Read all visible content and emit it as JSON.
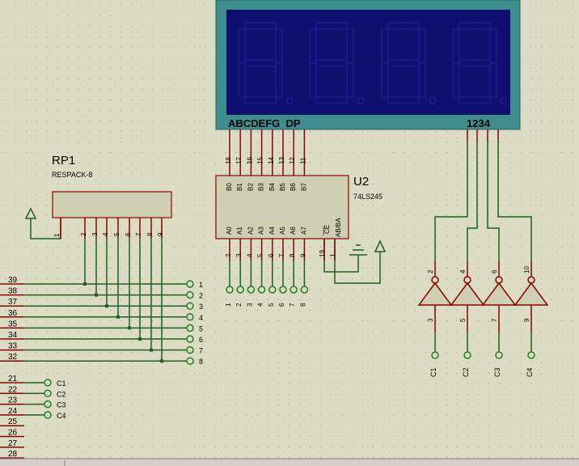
{
  "colors": {
    "background": "#dcdcc4",
    "grid_dot": "#9a9a86",
    "wire": "#1f5f1f",
    "pin": "#8b0000",
    "component_fill": "#cfcfb3",
    "component_border": "#8b0000",
    "display_frame": "#3d8f8f",
    "display_screen": "#0f0f70",
    "display_segment": "#1a1a90",
    "display_text": "#000000",
    "terminal": "#1f7f1f"
  },
  "display": {
    "segment_label": "ABCDEFG  DP",
    "digit_label": "1234",
    "segment_pins": [
      "18",
      "17",
      "16",
      "15",
      "14",
      "13",
      "12",
      "11"
    ]
  },
  "rp1": {
    "name": "RP1",
    "type": "RESPACK-8",
    "common_pin": "1",
    "pins": [
      "2",
      "3",
      "4",
      "5",
      "6",
      "7",
      "8",
      "9"
    ]
  },
  "u2": {
    "name": "U2",
    "type": "74LS245",
    "b_pins": [
      "B0",
      "B1",
      "B2",
      "B3",
      "B4",
      "B5",
      "B6",
      "B7"
    ],
    "a_pins": [
      "A0",
      "A1",
      "A2",
      "A3",
      "A4",
      "A5",
      "A6",
      "A7"
    ],
    "a_pin_numbers": [
      "2",
      "3",
      "4",
      "5",
      "6",
      "7",
      "8",
      "9"
    ],
    "ce_label": "CE",
    "dir_label": "AB/BA",
    "ce_pin": "19",
    "dir_pin": "1",
    "terminal_labels": [
      "1",
      "2",
      "3",
      "4",
      "5",
      "6",
      "7",
      "8"
    ]
  },
  "bus_left": {
    "pins": [
      "39",
      "38",
      "37",
      "36",
      "35",
      "34",
      "33",
      "32"
    ],
    "labels": [
      "1",
      "2",
      "3",
      "4",
      "5",
      "6",
      "7",
      "8"
    ]
  },
  "ctrl_left": {
    "pins": [
      "21",
      "22",
      "23",
      "24",
      "25",
      "26",
      "27",
      "28"
    ],
    "labels": [
      "C1",
      "C2",
      "C3",
      "C4"
    ]
  },
  "inverters": {
    "input_pins": [
      "2",
      "4",
      "6",
      "10"
    ],
    "output_pins": [
      "3",
      "5",
      "7",
      "9"
    ],
    "labels": [
      "C1",
      "C2",
      "C3",
      "C4"
    ]
  }
}
